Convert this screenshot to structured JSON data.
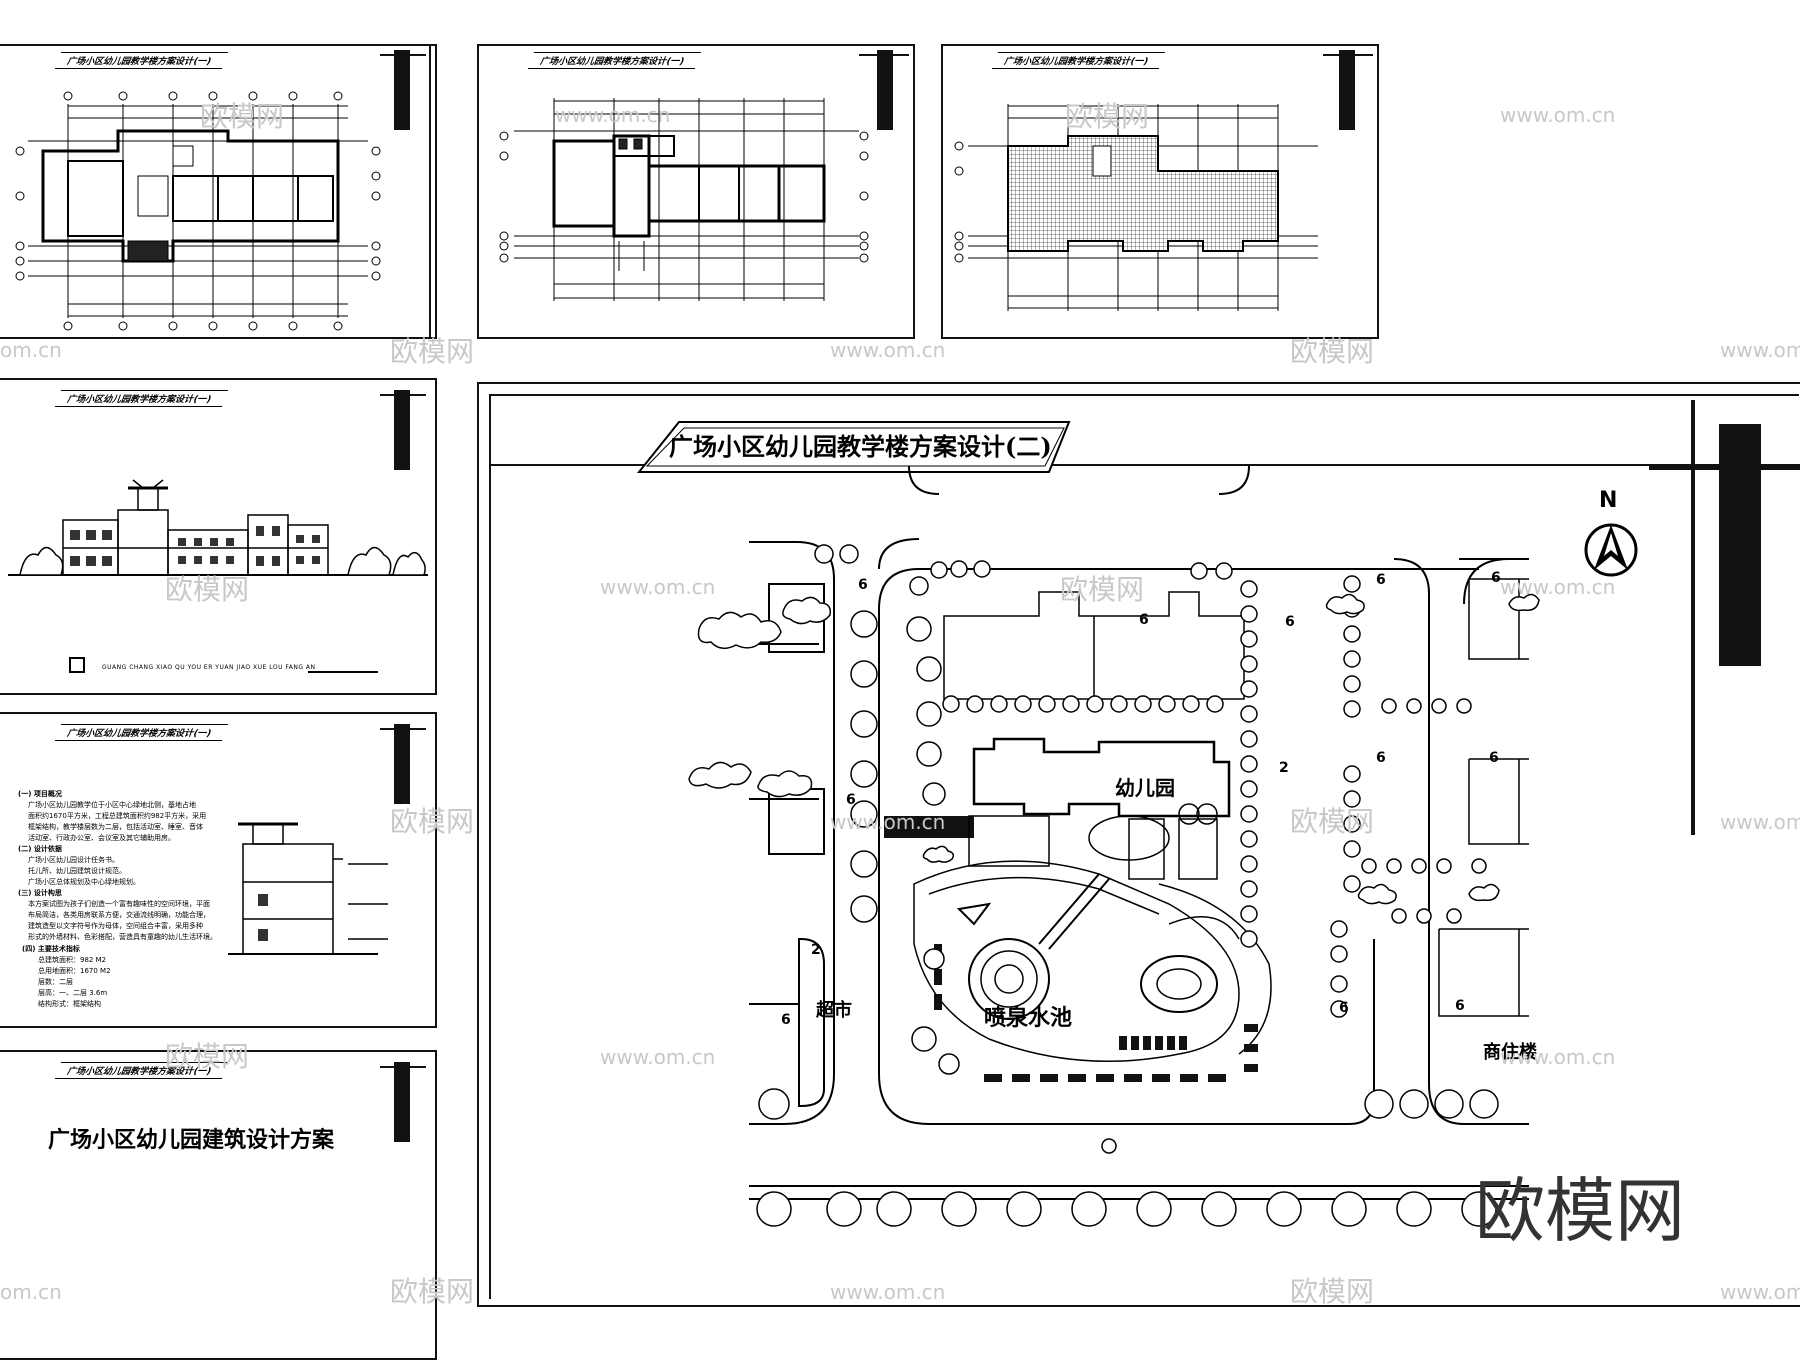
{
  "sheets": {
    "sheet_title_small": "广场小区幼儿园教学楼方案设计(一)",
    "main_title": "广场小区幼儿园教学楼方案设计(二)",
    "cover_title": "广场小区幼儿园建筑设计方案",
    "pinyin_line": "GUANG CHANG XIAO QU YOU ER YUAN JIAO XUE LOU FANG AN"
  },
  "site_plan": {
    "north_label": "N",
    "kindergarten": "幼儿园",
    "supermarket": "超市",
    "fountain_pool": "喷泉水池",
    "commercial_residential": "商住楼",
    "floors_6": "6",
    "floors_2": "2"
  },
  "notes": {
    "s1": "(一) 项目概况",
    "s1_text": "广场小区幼儿园教学位于小区中心绿地北侧，基地占地\n面积约1670平方米，工程总建筑面积约982平方米，采用\n框架结构，教学楼层数为二层，包括活动室、睡室、音体\n活动室、行政办公室、会议室及其它辅助用房。",
    "s2": "(二) 设计依据",
    "s2_text": "广场小区幼儿园设计任务书。\n托儿所、幼儿园建筑设计规范。\n广场小区总体规划及中心绿地规划。",
    "s3": "(三) 设计构思",
    "s3_text": "本方案试图为孩子们创造一个富有趣味性的空间环境，平面\n布局简洁，各类用房联系方便，交通流线明确，功能合理，\n建筑造型以文字符号作为母体，空间组合丰富，采用多种\n形式的外墙材料、色彩搭配，营造具有童趣的幼儿生活环境。",
    "s4": "(四) 主要技术指标",
    "idx1": "总建筑面积：982 M2",
    "idx2": "总用地面积：1670 M2",
    "idx3": "层数：二层",
    "idx4": "层高：一、二层 3.6m",
    "idx5": "结构形式：框架结构"
  },
  "watermarks": {
    "site": "www.om.cn",
    "site_short": "om.cn",
    "brand": "欧模网"
  }
}
